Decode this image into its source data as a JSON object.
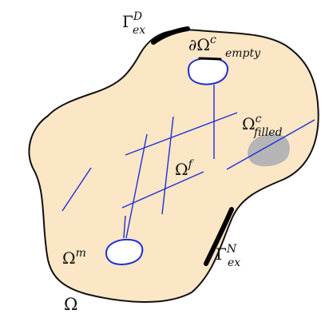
{
  "diagram": {
    "colors": {
      "domain_fill": "#fbe6c6",
      "domain_stroke": "#111111",
      "fracture_blue": "#1f2fd6",
      "filled_inclusion": "#b5b5b5",
      "boundary_bold": "#000000"
    },
    "labels": {
      "omega": "Ω",
      "omega_m_base": "Ω",
      "omega_m_sup": "m",
      "omega_f_base": "Ω",
      "omega_f_sup": "f",
      "omega_filled_base": "Ω",
      "omega_filled_sup": "c",
      "omega_filled_sub": "filled",
      "partial_empty_prefix": "∂Ω",
      "partial_empty_sup": "c",
      "partial_empty_sub": "empty",
      "gamma_d_base": "Γ",
      "gamma_d_sup": "D",
      "gamma_d_sub": "ex",
      "gamma_n_base": "Γ",
      "gamma_n_sup": "N",
      "gamma_n_sub": "ex"
    }
  }
}
